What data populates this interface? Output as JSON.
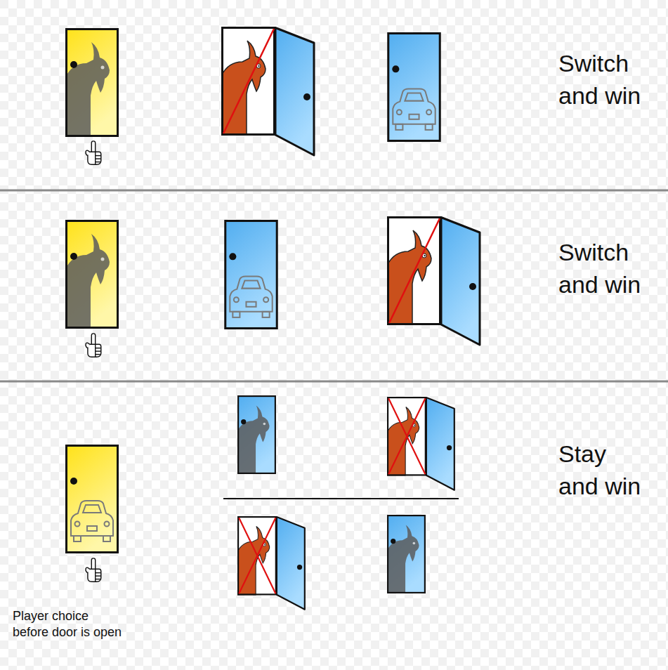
{
  "diagram": {
    "labels": [
      "Switch and win",
      "Switch and win",
      "Stay and win",
      "Player choice before door is open"
    ]
  }
}
